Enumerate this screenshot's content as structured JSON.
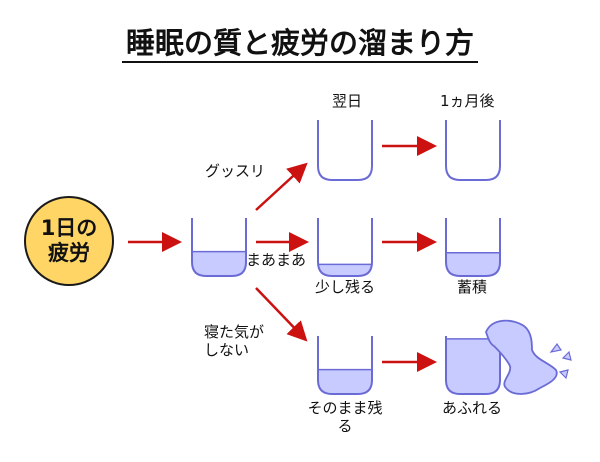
{
  "title": "睡眠の質と疲労の溜まり方",
  "start_node": {
    "line1": "1日の",
    "line2": "疲労"
  },
  "columns": {
    "next_day": "翌日",
    "one_month": "1ヵ月後"
  },
  "branches": [
    {
      "name": "deep",
      "sleep_label": "グッスリ",
      "next_day_fill": 0,
      "next_day_label": "",
      "month_fill": 0,
      "month_label": ""
    },
    {
      "name": "medium",
      "sleep_label": "まあまあ",
      "next_day_fill": 0.2,
      "next_day_label": "少し残る",
      "month_fill": 0.4,
      "month_label": "蓄積"
    },
    {
      "name": "poor",
      "sleep_label": "寝た気がしない",
      "next_day_fill": 0.42,
      "next_day_label": "そのまま残る",
      "month_fill": 0.95,
      "month_label": "あふれる"
    }
  ],
  "start_cup_fill": 0.42,
  "colors": {
    "cup_stroke": "#6b6bd6",
    "liquid": "#c8cbff",
    "arrow": "#cc1111",
    "start_fill": "#ffd666"
  }
}
